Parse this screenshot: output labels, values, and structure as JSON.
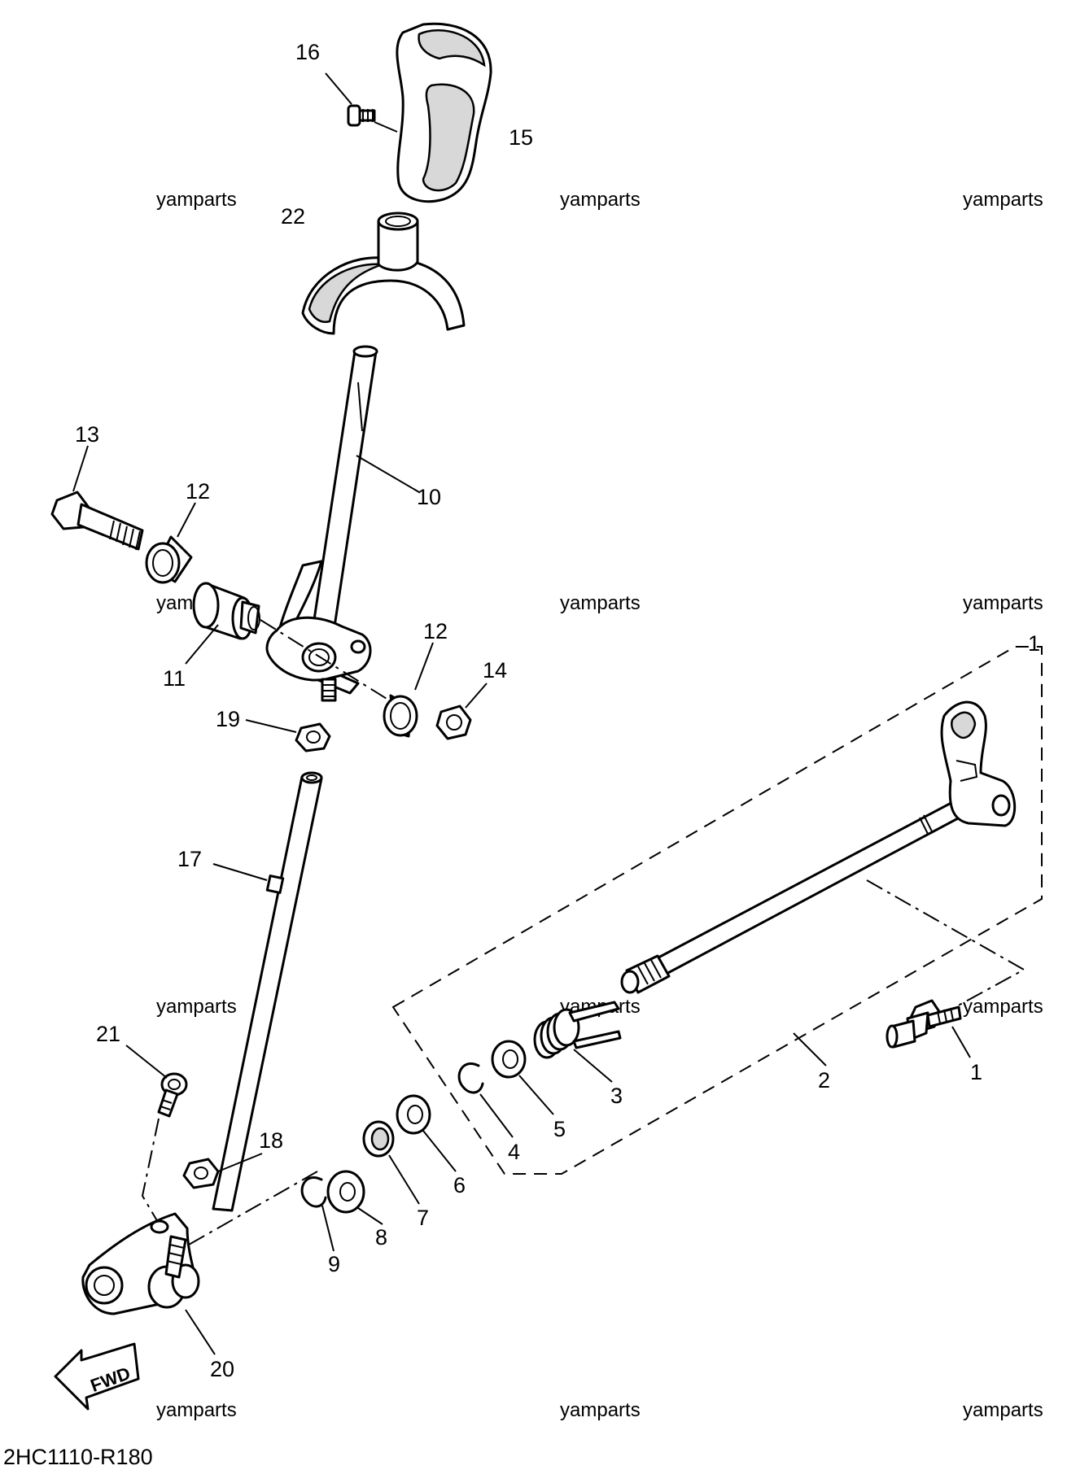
{
  "diagram_code": "2HC1110-R180",
  "watermark": "yamparts",
  "fwd_label": "FWD",
  "callouts": [
    "1",
    "2",
    "3",
    "4",
    "5",
    "6",
    "7",
    "8",
    "9",
    "10",
    "11",
    "12",
    "12",
    "13",
    "14",
    "15",
    "16",
    "17",
    "18",
    "19",
    "20",
    "21",
    "22",
    "1"
  ]
}
